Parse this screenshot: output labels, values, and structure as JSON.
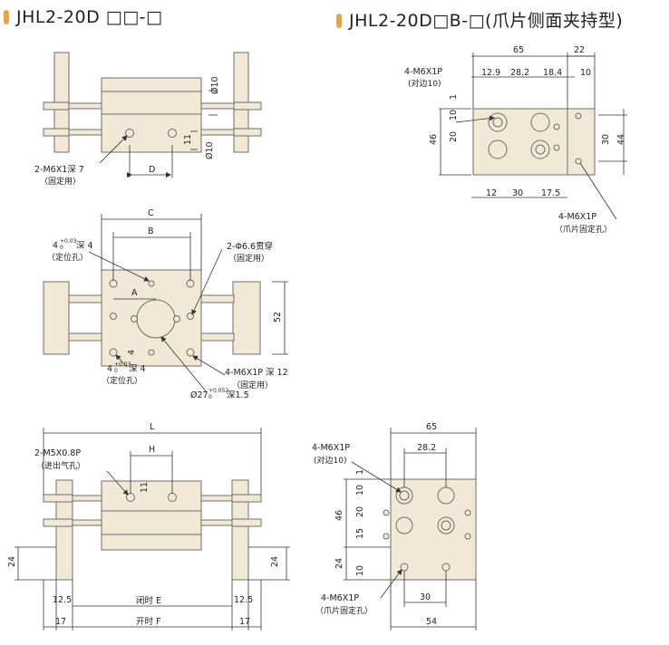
{
  "titles": {
    "left": "JHL2-20D □□-□",
    "right": "JHL2-20D□B-□(爪片侧面夹持型)"
  },
  "colors": {
    "part_fill": "#f1e9d5",
    "part_stroke": "#6d6d6d",
    "dim_line": "#333333",
    "accent": "#e8a34a"
  },
  "top_left": {
    "note_hole": "2-M6X1深 7",
    "note_hole_sub": "（固定用）",
    "dim_d": "D",
    "dim_phi10_top": "Ø10",
    "dim_phi10_bot": "Ø10",
    "dim_11": "11"
  },
  "top_right": {
    "note_a": "4-M6X1P",
    "note_a_sub": "(对边10)",
    "note_b": "4-M6X1P",
    "note_b_sub": "（爪片固定孔）",
    "dim_65": "65",
    "dim_22": "22",
    "dim_12_9": "12.9",
    "dim_28_2": "28.2",
    "dim_18_4": "18.4",
    "dim_10_top": "10",
    "dim_1": "1",
    "dim_10": "10",
    "dim_20": "20",
    "dim_46": "46",
    "dim_30v": "30",
    "dim_44": "44",
    "dim_12": "12",
    "dim_30h": "30",
    "dim_17_5": "17.5"
  },
  "mid": {
    "dim_c": "C",
    "dim_b": "B",
    "dim_a": "A",
    "dim_52": "52",
    "dim_4": "4",
    "note_pin_top": "4",
    "note_pin_top_tol": "+0.03",
    "note_pin_top_tol2": "0",
    "note_pin_top_depth": "深 4",
    "note_pin_top_sub": "（定位孔）",
    "note_thru": "2-Φ6.6贯穿",
    "note_thru_sub": "（固定用）",
    "note_pin_bot": "4",
    "note_pin_bot_tol": "+0.03",
    "note_pin_bot_tol2": "0",
    "note_pin_bot_depth": "深 4",
    "note_pin_bot_sub": "（定位孔）",
    "note_m6": "4-M6X1P 深 12",
    "note_m6_sub": "（固定用）",
    "note_bore": "Ø27",
    "note_bore_tol": "+0.052",
    "note_bore_tol2": "0",
    "note_bore_depth": "深1.5"
  },
  "bottom_left": {
    "dim_l": "L",
    "dim_h": "H",
    "dim_11": "11",
    "note_port": "2-M5X0.8P",
    "note_port_sub": "（进出气孔）",
    "dim_24_l": "24",
    "dim_24_r": "24",
    "dim_12_5_l": "12.5",
    "dim_12_5_r": "12.5",
    "dim_e": "闭时 E",
    "dim_f": "开时 F",
    "dim_17_l": "17",
    "dim_17_r": "17"
  },
  "bottom_right": {
    "dim_65": "65",
    "dim_28_2": "28.2",
    "note_a": "4-M6X1P",
    "note_a_sub": "(对边10)",
    "dim_1": "1",
    "dim_10a": "10",
    "dim_20": "20",
    "dim_15": "15",
    "dim_46": "46",
    "dim_24": "24",
    "dim_10b": "10",
    "note_b": "4-M6X1P",
    "note_b_sub": "（爪片固定孔）",
    "dim_30": "30",
    "dim_54": "54"
  }
}
